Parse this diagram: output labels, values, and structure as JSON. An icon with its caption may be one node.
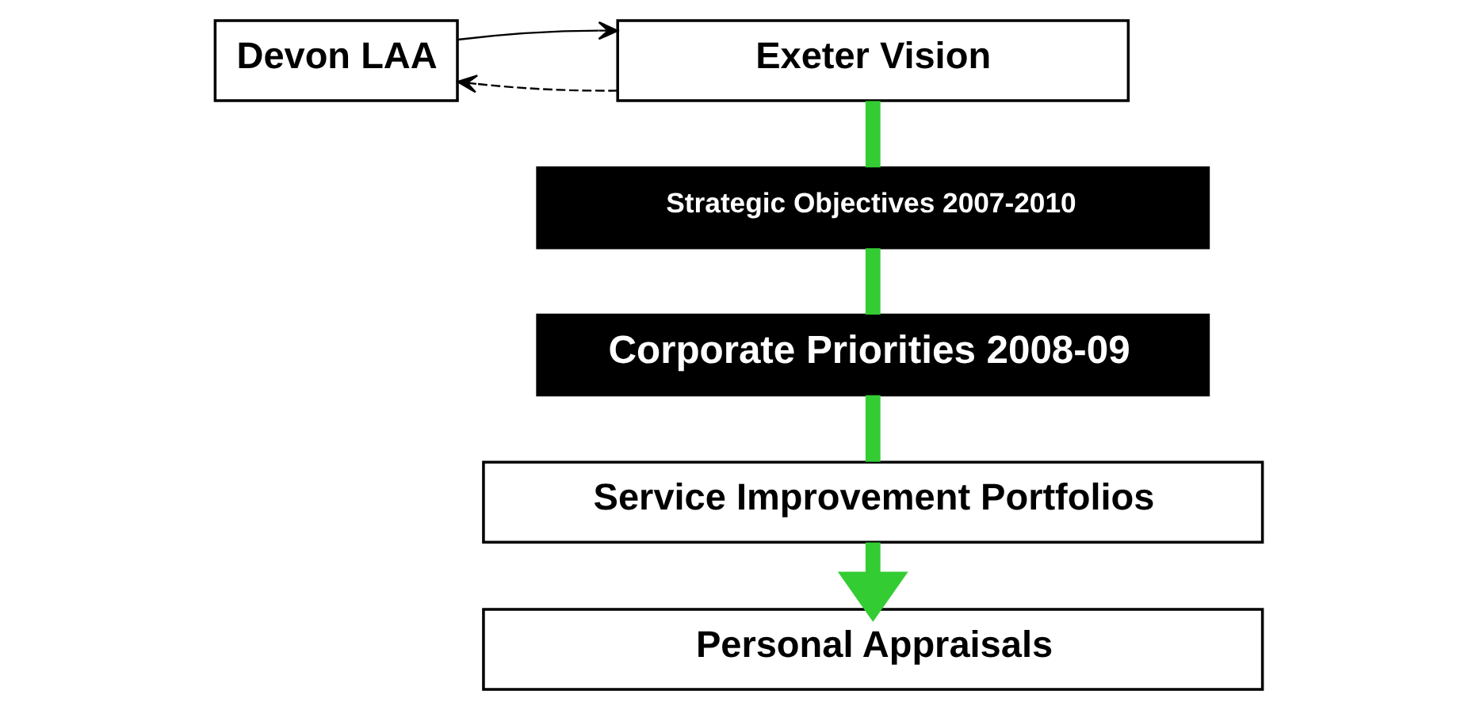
{
  "diagram": {
    "nodes": [
      {
        "text": [
          "Devon LAA"
        ]
      },
      {
        "text": [
          "Exeter Vision"
        ]
      },
      {
        "text": [
          "Strategic Objectives 2007-2010"
        ]
      },
      {
        "text": [
          "Corporate Priorities 2008-09"
        ]
      },
      {
        "text": [
          "Service Improvement Portfolios"
        ]
      },
      {
        "text": [
          "Personal Appraisals"
        ]
      }
    ],
    "edges": [
      {
        "from": 1,
        "to": 0,
        "arrow": "to",
        "style": "dashed",
        "color": "#000000"
      },
      {
        "from": 0,
        "to": 1,
        "arrow": "to",
        "color": "#000000"
      },
      {
        "from": 1,
        "to": 2,
        "arrow": "none"
      },
      {
        "from": 2,
        "to": 3,
        "arrow": "none"
      },
      {
        "from": 3,
        "to": 4,
        "arrow": "none"
      },
      {
        "from": 4,
        "to": 5,
        "arrow": "to"
      }
    ]
  }
}
